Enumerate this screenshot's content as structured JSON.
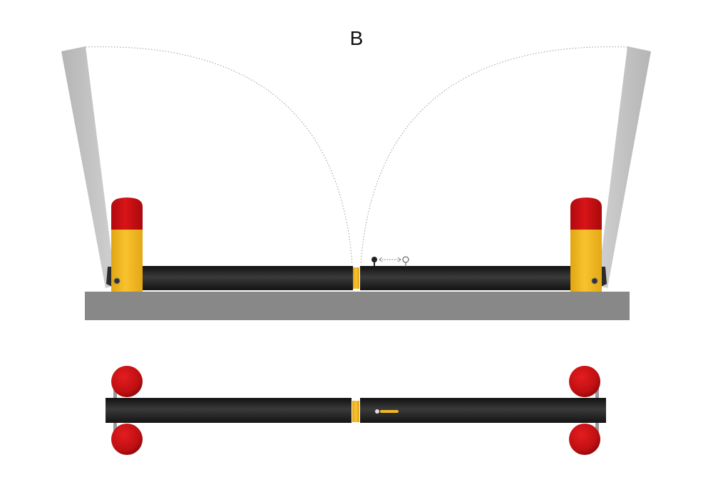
{
  "diagram": {
    "label": "B",
    "colors": {
      "background": "#ffffff",
      "ground": "#888888",
      "bar": "#222222",
      "post_yellow": "#f2b824",
      "cap_red": "#c40f12",
      "gate_arm": "#c2c2c2",
      "swing_path": "#999999",
      "indicator": "#f2b824"
    },
    "views": [
      {
        "name": "side-elevation",
        "description_visible": false
      },
      {
        "name": "top-plan",
        "description_visible": false
      }
    ],
    "icons": [
      "lock-latch-icon",
      "sliding-arrow-icon",
      "bolt-icon"
    ]
  }
}
